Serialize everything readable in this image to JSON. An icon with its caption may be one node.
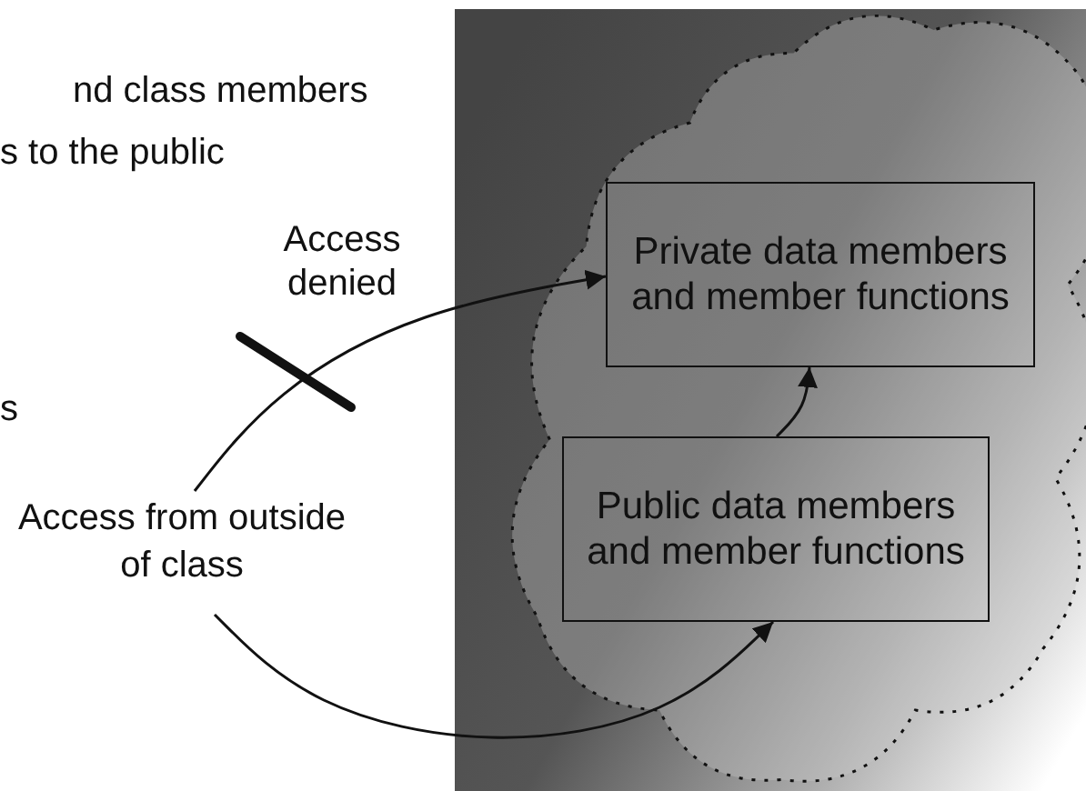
{
  "diagram": {
    "nodes": [
      {
        "text": [],
        "shape": "cloud"
      },
      {
        "text": [
          "Private data members and member functions"
        ],
        "in": 0
      },
      {
        "text": [
          "Public data members and member functions"
        ],
        "in": 0
      },
      {
        "text": [
          "Access from outside of class"
        ]
      }
    ],
    "edges": [
      {
        "from": 3,
        "to": 1,
        "arrow": "to"
      },
      {
        "from": 3,
        "to": 2,
        "arrow": "to"
      },
      {
        "from": 2,
        "to": 1,
        "arrow": "to"
      }
    ],
    "labels": [
      "nd class members",
      "s to the public",
      "Access denied",
      "s"
    ]
  }
}
